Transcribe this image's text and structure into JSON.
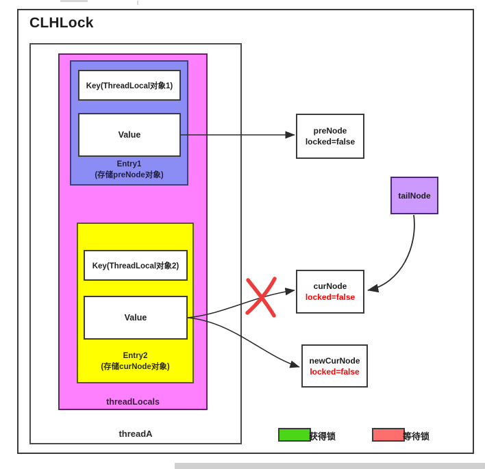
{
  "diagram": {
    "title": "CLHLock",
    "thread": {
      "label": "threadA",
      "threadlocals_label": "threadLocals",
      "entries": [
        {
          "id": "entry1",
          "key_label": "Key(ThreadLocal对象1)",
          "value_label": "Value",
          "name": "Entry1",
          "caption": "(存储preNode对象)",
          "fill": "#8c8cf5"
        },
        {
          "id": "entry2",
          "key_label": "Key(ThreadLocal对象2)",
          "value_label": "Value",
          "name": "Entry2",
          "caption": "(存储curNode对象)",
          "fill": "#ffff00"
        }
      ]
    },
    "nodes": [
      {
        "id": "preNode",
        "title": "preNode",
        "lock_state": "locked=false",
        "lock_state_color": "#1d1d1d",
        "fill": "#ffffff"
      },
      {
        "id": "tailNode",
        "title": "tailNode",
        "lock_state": "",
        "fill": "#cc99ff"
      },
      {
        "id": "curNode",
        "title": "curNode",
        "lock_state": "locked=false",
        "lock_state_color": "#ff0000",
        "fill": "#ffffff"
      },
      {
        "id": "newCurNode",
        "title": "newCurNode",
        "lock_state": "locked=false",
        "lock_state_color": "#ff0000",
        "fill": "#ffffff"
      }
    ],
    "annotations": {
      "cross_mark": "red-x-cross",
      "cross_color": "#ee3b3b"
    },
    "legend": {
      "items": [
        {
          "label": "获得锁",
          "color": "#4bd618"
        },
        {
          "label": "等待锁",
          "color": "#fd6f6f"
        }
      ]
    }
  }
}
